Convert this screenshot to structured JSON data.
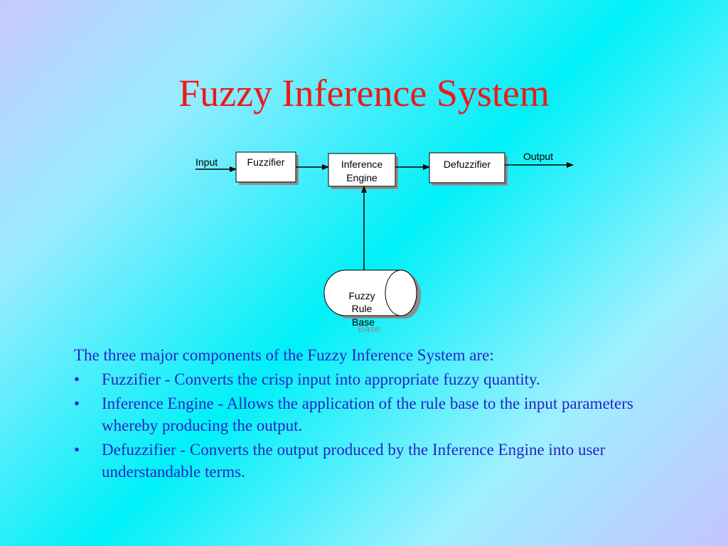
{
  "slide": {
    "title": "Fuzzy Inference System"
  },
  "diagram": {
    "input_label": "Input",
    "output_label": "Output",
    "fuzzifier_label": "Fuzzifier",
    "inference_line1": "Inference",
    "inference_line2": "Engine",
    "defuzzifier_label": "Defuzzifier",
    "rule_base_line1": "Fuzzy",
    "rule_base_line2": "Rule",
    "rule_base_line3": "Base",
    "rule_base_shadow_text": "Base"
  },
  "description": {
    "intro": "The three major components of the Fuzzy Inference System are:",
    "bullet_symbol": "•",
    "bullets": [
      "Fuzzifier - Converts the crisp input into appropriate fuzzy quantity.",
      "Inference Engine - Allows the application of the rule base to the input parameters whereby producing the output.",
      "Defuzzifier - Converts the output produced by the Inference Engine into user understandable terms."
    ]
  },
  "colors": {
    "title": "#f01818",
    "body_text": "#2424c8",
    "box_fill": "#ffffff",
    "box_shadow": "#8c8c8c"
  }
}
